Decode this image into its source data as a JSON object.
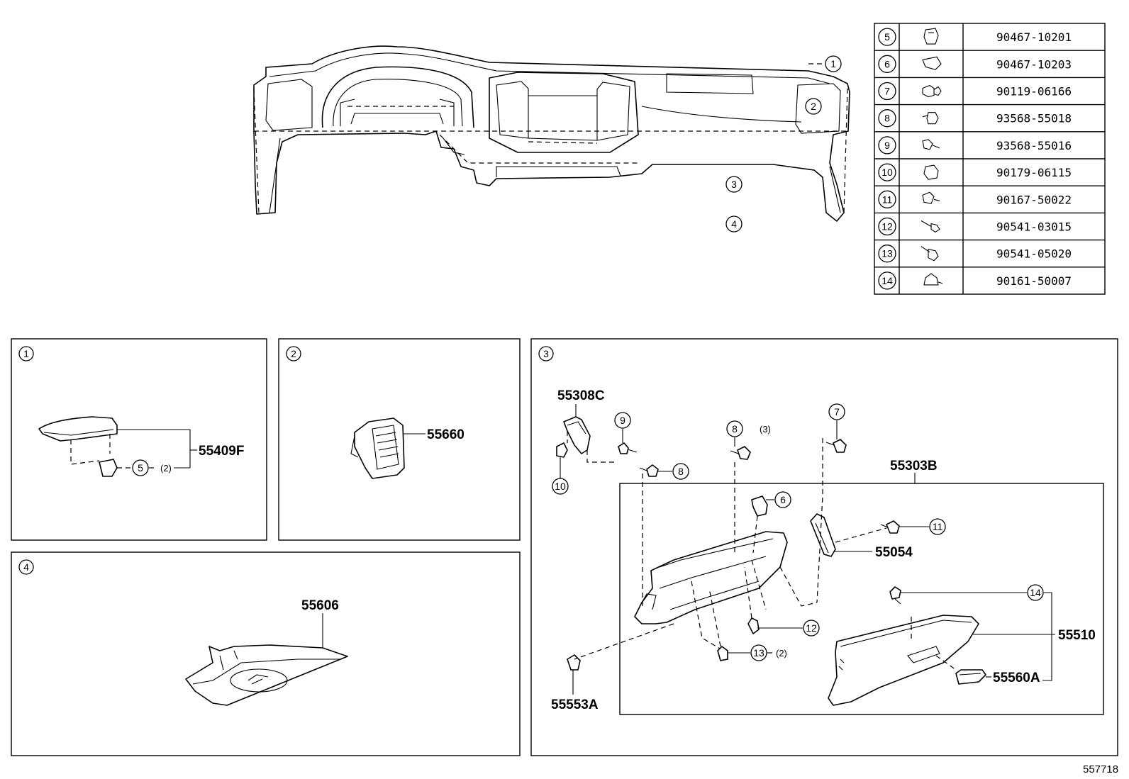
{
  "callouts": {
    "c1": "1",
    "c2": "2",
    "c3": "3",
    "c4": "4",
    "c5": "5",
    "c6": "6",
    "c7": "7",
    "c8": "8",
    "c9": "9",
    "c10": "10",
    "c11": "11",
    "c12": "12",
    "c13": "13",
    "c14": "14"
  },
  "parts_table": [
    {
      "num": "5",
      "part": "90467-10201"
    },
    {
      "num": "6",
      "part": "90467-10203"
    },
    {
      "num": "7",
      "part": "90119-06166"
    },
    {
      "num": "8",
      "part": "93568-55018"
    },
    {
      "num": "9",
      "part": "93568-55016"
    },
    {
      "num": "10",
      "part": "90179-06115"
    },
    {
      "num": "11",
      "part": "90167-50022"
    },
    {
      "num": "12",
      "part": "90541-03015"
    },
    {
      "num": "13",
      "part": "90541-05020"
    },
    {
      "num": "14",
      "part": "90161-50007"
    }
  ],
  "panel1": {
    "part": "55409F",
    "qty": "(2)"
  },
  "panel2": {
    "part": "55660"
  },
  "panel3": {
    "p55308C": "55308C",
    "p55303B": "55303B",
    "p55054": "55054",
    "p55510": "55510",
    "p55560A": "55560A",
    "p55553A": "55553A",
    "qty8": "(3)",
    "qty13": "(2)"
  },
  "panel4": {
    "part": "55606"
  },
  "figure_code": "557718"
}
